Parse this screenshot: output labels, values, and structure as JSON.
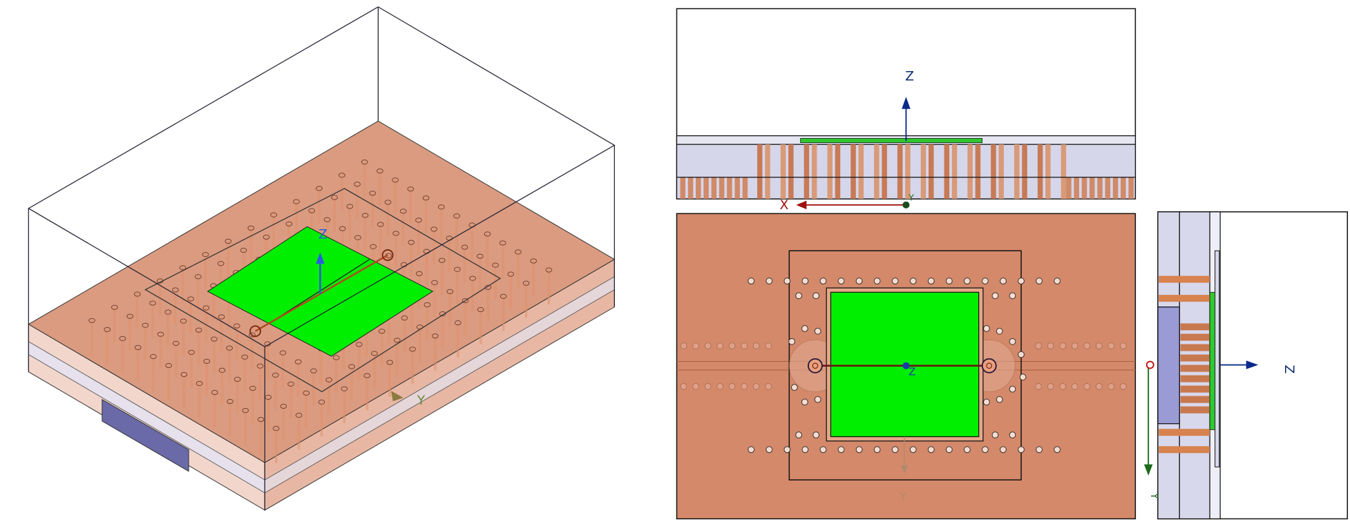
{
  "views": {
    "iso": {
      "z_label": "Z",
      "y_label": "Y"
    },
    "front": {
      "z_label": "Z",
      "x_label": "X",
      "y_label": "Y"
    },
    "top": {
      "z_label": "Z",
      "y_label": "Y"
    },
    "side": {
      "z_label": "Z",
      "y_label": "Y"
    }
  },
  "colors": {
    "copper": "#d4896a",
    "copper_dark": "#c86f45",
    "patch": "#00ee00",
    "dielectric": "#d0d0e4",
    "port": "#9a9ad4",
    "z_axis": "#1a3aa8",
    "x_axis": "#a01010",
    "y_axis": "#1c6b1c"
  }
}
